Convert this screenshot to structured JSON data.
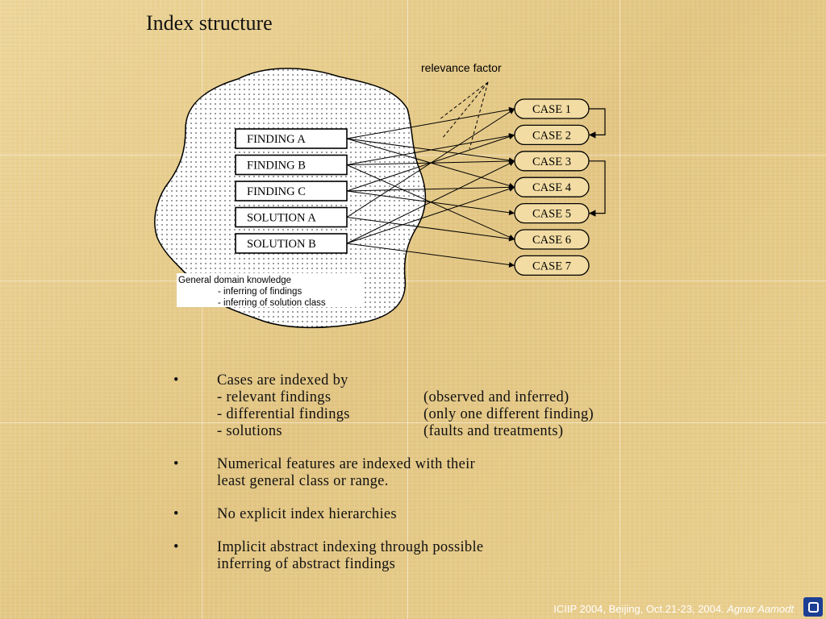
{
  "slide": {
    "title": "Index structure"
  },
  "diagram": {
    "relevance_label": "relevance factor",
    "findings": [
      "FINDING A",
      "FINDING B",
      "FINDING C",
      "SOLUTION A",
      "SOLUTION B"
    ],
    "cases": [
      "CASE 1",
      "CASE 2",
      "CASE 3",
      "CASE 4",
      "CASE 5",
      "CASE 6",
      "CASE 7"
    ],
    "domain_knowledge": {
      "title": "General domain knowledge",
      "items": [
        "- inferring of findings",
        "- inferring of solution class"
      ]
    },
    "edges": [
      [
        0,
        0
      ],
      [
        0,
        2
      ],
      [
        0,
        3
      ],
      [
        1,
        1
      ],
      [
        1,
        2
      ],
      [
        1,
        5
      ],
      [
        2,
        1
      ],
      [
        2,
        3
      ],
      [
        2,
        4
      ],
      [
        3,
        0
      ],
      [
        3,
        5
      ],
      [
        4,
        2
      ],
      [
        4,
        3
      ],
      [
        4,
        6
      ]
    ],
    "case_links": [
      [
        0,
        1
      ],
      [
        2,
        4
      ]
    ]
  },
  "bullets": [
    {
      "text": "Cases are indexed by",
      "sub": [
        {
          "left": "- relevant findings",
          "right": "(observed and inferred)"
        },
        {
          "left": "- differential findings",
          "right": "(only one different finding)"
        },
        {
          "left": "- solutions",
          "right": "(faults and treatments)"
        }
      ]
    },
    {
      "lines": [
        "Numerical features are indexed with their",
        "least general class or range."
      ]
    },
    {
      "lines": [
        "No explicit index hierarchies"
      ]
    },
    {
      "lines": [
        "Implicit abstract indexing through possible",
        "inferring of abstract findings"
      ]
    }
  ],
  "footer": {
    "text": "ICIIP 2004, Beijing, Oct.21-23, 2004.",
    "author": "Agnar Aamodt"
  }
}
